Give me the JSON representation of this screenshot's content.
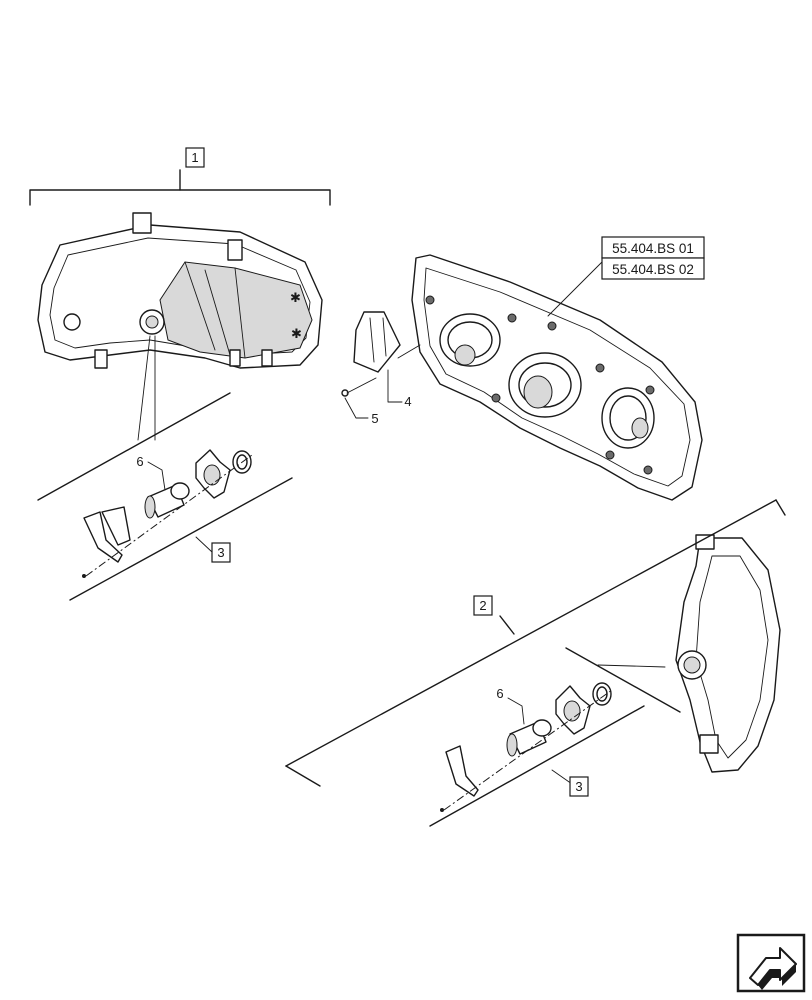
{
  "callouts": {
    "c1": "1",
    "c2": "2",
    "c3a": "3",
    "c3b": "3",
    "c4": "4",
    "c5": "5",
    "c6a": "6",
    "c6b": "6"
  },
  "references": {
    "ref1": "55.404.BS 01",
    "ref2": "55.404.BS 02"
  },
  "icons": {
    "nav": "next-page-arrow-icon"
  }
}
